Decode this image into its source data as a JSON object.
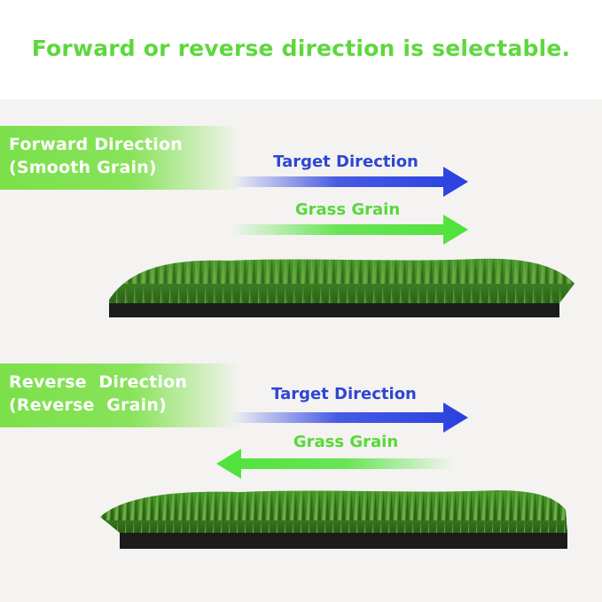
{
  "headline": "Forward or reverse direction is selectable.",
  "colors": {
    "headline": "#5dd83c",
    "label_bg": "#7be04a",
    "target_arrow": "#2940e0",
    "grain_arrow": "#4fe23a",
    "turf_dark": "#2f6b1e",
    "turf_light": "#5fa83a",
    "base": "#1c1c1c"
  },
  "forward": {
    "label_line1": "Forward Direction",
    "label_line2": "(Smooth Grain)",
    "target_label": "Target Direction",
    "grain_label": "Grass Grain",
    "target_direction": "right",
    "grain_direction": "right"
  },
  "reverse": {
    "label_line1": "Reverse  Direction",
    "label_line2": "(Reverse  Grain)",
    "target_label": "Target Direction",
    "grain_label": "Grass Grain",
    "target_direction": "right",
    "grain_direction": "left"
  },
  "icons": {
    "arrow": "arrow-icon",
    "turf": "turf-mat-image"
  }
}
